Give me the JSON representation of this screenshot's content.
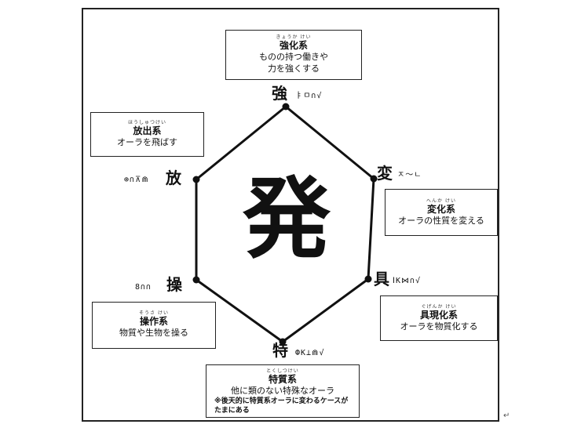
{
  "center": {
    "kanji": "発"
  },
  "vertices": {
    "top": {
      "kanji": "強",
      "glyph": "ㅑㅁ∩√"
    },
    "upper_right": {
      "kanji": "変",
      "glyph": "ㅈ〜ㄴ"
    },
    "lower_right": {
      "kanji": "具",
      "glyph": "ⅠK⋈∩√"
    },
    "bottom": {
      "kanji": "特",
      "glyph": "ФK⊥⋒√"
    },
    "lower_left": {
      "kanji": "操",
      "glyph": "8∩∩"
    },
    "upper_left": {
      "kanji": "放",
      "glyph": "⊕∩⊼⋒"
    }
  },
  "boxes": {
    "enhancement": {
      "ruby": "きょうか けい",
      "title": "強化系",
      "lines": [
        "ものの持つ働きや",
        "力を強くする"
      ]
    },
    "emission": {
      "ruby": "ほうしゅつけい",
      "title": "放出系",
      "lines": [
        "オーラを飛ばす"
      ]
    },
    "transmutation": {
      "ruby": "へんか けい",
      "title": "変化系",
      "lines": [
        "オーラの性質を変える"
      ]
    },
    "conjuration": {
      "ruby": "ぐげんか けい",
      "title": "具現化系",
      "lines": [
        "オーラを物質化する"
      ]
    },
    "manipulation": {
      "ruby": "そうさ けい",
      "title": "操作系",
      "lines": [
        "物質や生物を操る"
      ]
    },
    "specialization": {
      "ruby": "とくしつけい",
      "title": "特質系",
      "lines": [
        "他に類のない特殊なオーラ"
      ],
      "notes": [
        "※後天的に特質系オーラに変わるケースが",
        "たまにある"
      ]
    }
  },
  "return_mark": "↵"
}
